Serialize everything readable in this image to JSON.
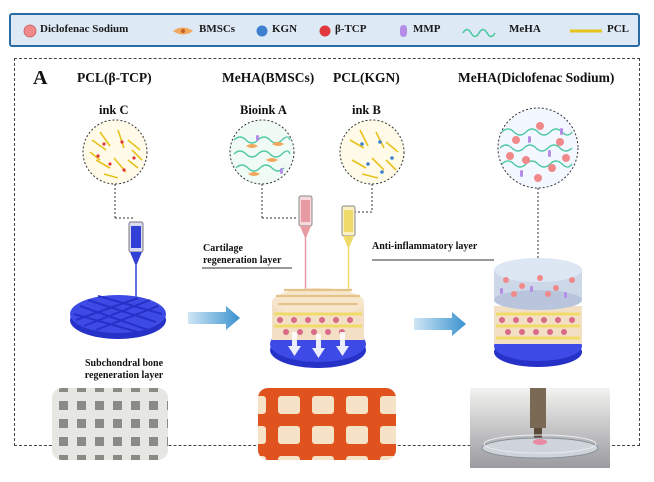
{
  "legend": {
    "items": [
      {
        "label": "Diclofenac Sodium",
        "icon": "pink-sphere-icon",
        "color": "#f08a8a"
      },
      {
        "label": "BMSCs",
        "icon": "spindle-cell-icon",
        "color": "#f2a85c"
      },
      {
        "label": "KGN",
        "icon": "blue-dot-icon",
        "color": "#3f7fd0"
      },
      {
        "label": "β-TCP",
        "icon": "red-dot-icon",
        "color": "#e0383c"
      },
      {
        "label": "MMP",
        "icon": "purple-capsule-icon",
        "color": "#b58de6"
      },
      {
        "label": "MeHA",
        "icon": "wave-line-icon",
        "color": "#4cc7a0"
      },
      {
        "label": "PCL",
        "icon": "yellow-rod-icon",
        "color": "#e8c21c"
      }
    ]
  },
  "panel": {
    "letter": "A",
    "headers": {
      "h1": "PCL(β-TCP)",
      "h2": "MeHA(BMSCs)",
      "h3": "PCL(KGN)",
      "h4": "MeHA(Diclofenac Sodium)"
    },
    "inks": {
      "c": "ink C",
      "a": "Bioink A",
      "b": "ink B"
    },
    "layers": {
      "cartilage": "Cartilage regeneration layer",
      "anti_inflammatory": "Anti-inflammatory layer",
      "subchondral": "Subchondral bone regeneration layer"
    }
  },
  "colors": {
    "legend_border": "#2a6aa5",
    "legend_fill": "#dde9f5",
    "scaffold_blue": "#3340d8",
    "arrow": "#4a9fd6"
  }
}
